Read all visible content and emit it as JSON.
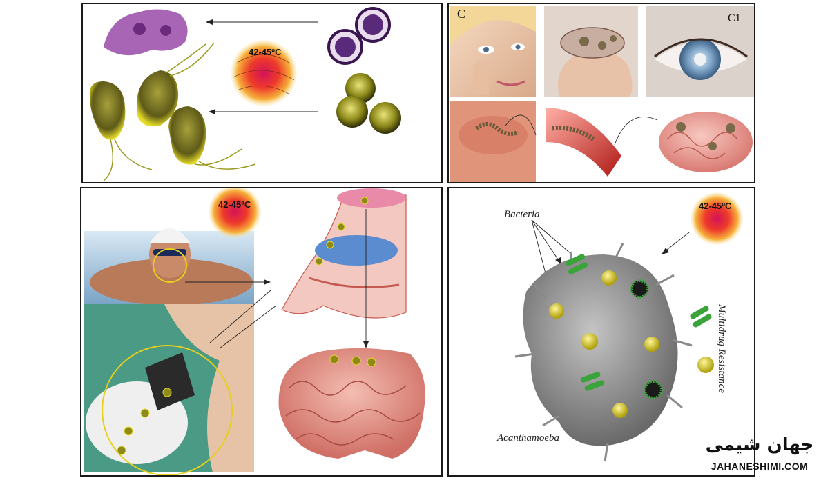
{
  "panels": {
    "a": {
      "temperature": "42-45ºC"
    },
    "b": {
      "temperature": "42-45ºC"
    },
    "c": {
      "label_c": "C",
      "label_c1": "C1"
    },
    "d": {
      "temperature": "42-45ºC",
      "bacteria_label": "Bacteria",
      "amoeba_label": "Acanthamoeba",
      "resistance_label": "Multidrug Resistance"
    }
  },
  "logo": {
    "persian_text": "جهان شیمی",
    "domain_text": "JAHANESHIMI.COM"
  },
  "colors": {
    "trophozoite": "#9a9a1e",
    "cyst_purple": "#5a2a7a",
    "heat_red": "#e8312a",
    "heat_yellow": "#f6d34a",
    "brain_pink": "#e2958d",
    "bacteria_green": "#3aa33a",
    "cocci_yellow": "#e0d21e",
    "sem_gray": "#8a8a8a"
  },
  "icons": [
    "naegleria-trophozoite-icon",
    "naegleria-cyst-icon",
    "heat-thermal-icon",
    "brain-icon",
    "eye-icon",
    "contact-lens-icon",
    "bacteria-rod-icon",
    "bacteria-coccus-icon"
  ]
}
